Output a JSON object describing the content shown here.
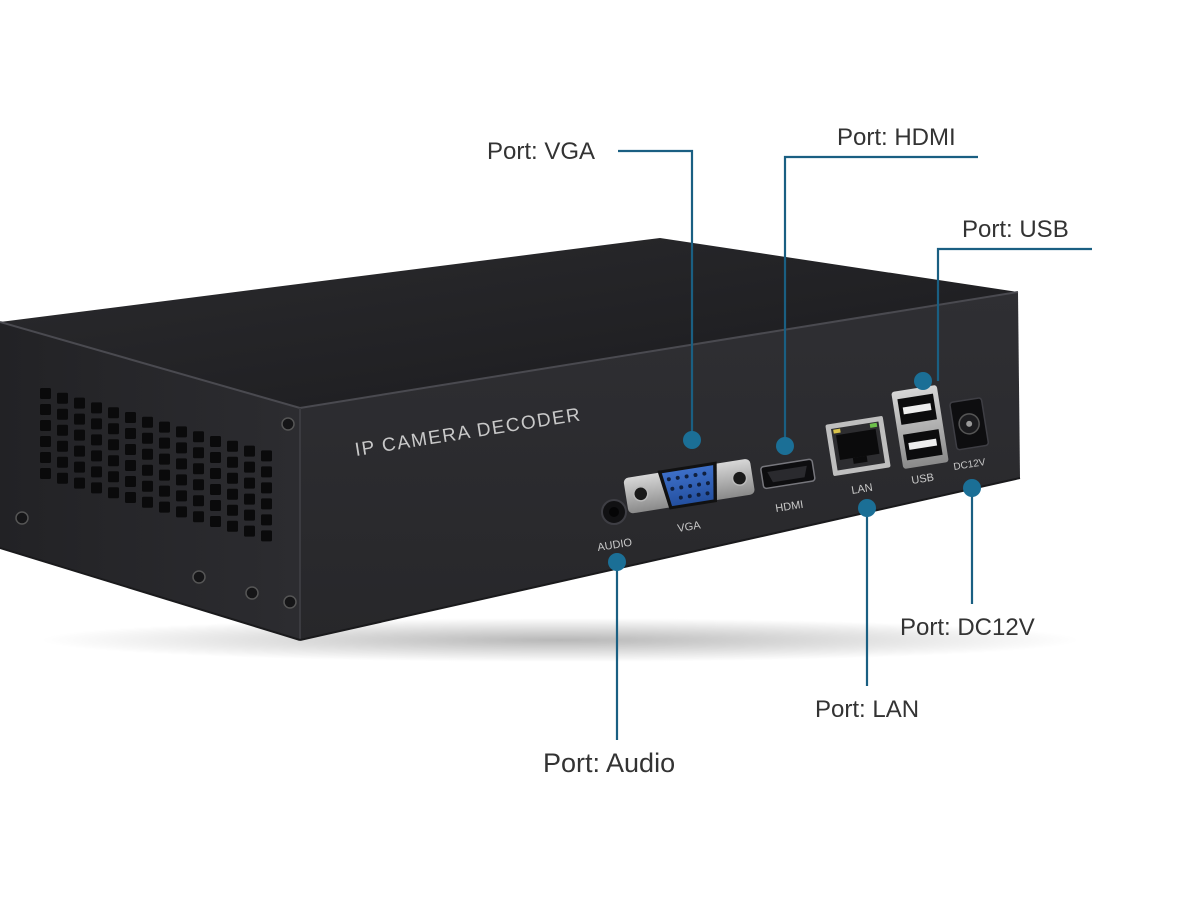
{
  "device": {
    "brand_text": "IP CAMERA DECODER",
    "port_markings": {
      "audio": "AUDIO",
      "vga": "VGA",
      "hdmi": "HDMI",
      "lan": "LAN",
      "usb": "USB",
      "dc": "DC12V"
    }
  },
  "callouts": {
    "vga": "Port: VGA",
    "hdmi": "Port: HDMI",
    "usb": "Port: USB",
    "dc12v": "Port: DC12V",
    "lan": "Port: LAN",
    "audio": "Port: Audio"
  },
  "colors": {
    "leader_line": "#1a5f82",
    "leader_dot": "#1b6f96",
    "chassis": "#27272a",
    "label_text": "#333333"
  }
}
